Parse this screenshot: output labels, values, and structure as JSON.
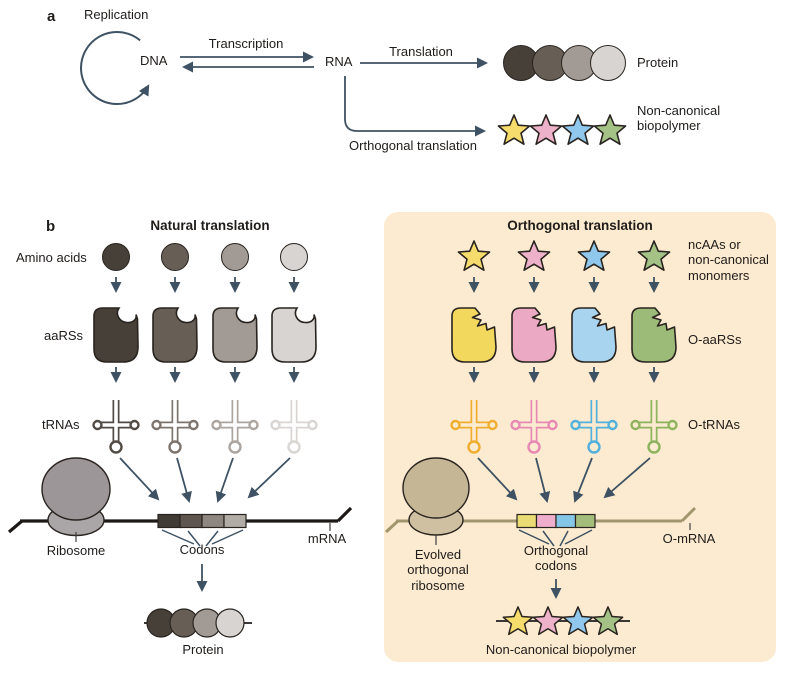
{
  "panel_a": {
    "letter": "a",
    "replication": "Replication",
    "dna": "DNA",
    "transcription": "Transcription",
    "rna": "RNA",
    "translation": "Translation",
    "protein": "Protein",
    "orthogonal_translation": "Orthogonal translation",
    "non_canonical_biopolymer": "Non-canonical\nbiopolymer"
  },
  "panel_b": {
    "letter": "b",
    "natural": {
      "title": "Natural translation",
      "amino_acids": "Amino acids",
      "aarss": "aaRSs",
      "trnas": "tRNAs",
      "ribosome": "Ribosome",
      "codons": "Codons",
      "mrna": "mRNA",
      "protein": "Protein"
    },
    "orthogonal": {
      "title": "Orthogonal translation",
      "ncaas": "ncAAs or\nnon-canonical\nmonomers",
      "o_aarss": "O-aaRSs",
      "o_trnas": "O-tRNAs",
      "evolved_ribosome": "Evolved\northogonal\nribosome",
      "orthogonal_codons": "Orthogonal\ncodons",
      "o_mrna": "O-mRNA",
      "non_canonical_biopolymer": "Non-canonical biopolymer"
    }
  },
  "colors": {
    "arrow": "#3e5263",
    "outline": "#29241f",
    "panel_bg": "#fcebd0",
    "gray1": "#474039",
    "gray2": "#675e56",
    "gray3": "#a19a95",
    "gray4": "#d7d4d1",
    "codon_gray1": "#413b36",
    "codon_gray2": "#5f574f",
    "codon_gray3": "#8d8681",
    "codon_gray4": "#b2aca6",
    "trna_gray1": "#514b46",
    "trna_gray2": "#7c746d",
    "trna_gray3": "#aba49f",
    "trna_gray4": "#d8d5d2",
    "star_yellow": "#f6db6d",
    "star_pink": "#edb2c9",
    "star_blue": "#8fc8ec",
    "star_green": "#a4c186",
    "oblob_yellow": "#f3d85e",
    "oblob_pink": "#eba9c4",
    "oblob_blue": "#a8d4ef",
    "oblob_green": "#9cbb78",
    "otrna_yellow": "#f0ad2f",
    "otrna_pink": "#e888b4",
    "otrna_blue": "#51b0dc",
    "otrna_green": "#8db35f",
    "ocodon_yellow": "#e9dc74",
    "ocodon_pink": "#efaecb",
    "ocodon_blue": "#85c5e8",
    "ocodon_green": "#a4bd7b",
    "ribosome_gray": "#9c9699",
    "ribosome_gray2": "#aaa5a7",
    "ribosome_tan": "#c5b695",
    "ribosome_tan2": "#cec0a1",
    "mrna_black": "#1c1917",
    "mrna_tan": "#a2966e",
    "chain_line": "#3c3835"
  }
}
